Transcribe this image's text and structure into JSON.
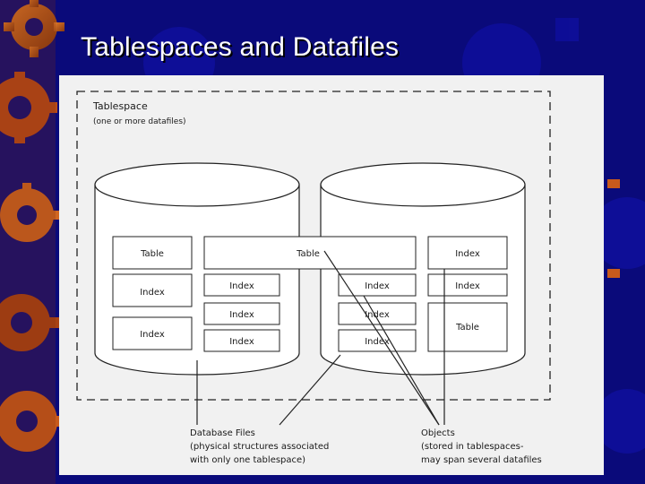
{
  "slide": {
    "title": "Tablespaces and Datafiles"
  },
  "colors": {
    "background": "#0a0a7a",
    "accent_gear": "#c8641e",
    "panel": "#f1f1f1"
  },
  "diagram": {
    "tablespace_title": "Tablespace",
    "tablespace_subtitle": "(one or more datafiles)",
    "cells": {
      "table_left": "Table",
      "table_spanning": "Table",
      "index_top_right": "Index",
      "index_left_upper": "Index",
      "index_left_lower": "Index",
      "index_cyl1_row1": "Index",
      "index_cyl1_row2": "Index",
      "index_cyl1_row3": "Index",
      "index_cyl2_row1": "Index",
      "index_cyl2_row2": "Index",
      "index_cyl2_row3": "Index",
      "index_right_row1": "Index",
      "table_right": "Table"
    },
    "callouts": {
      "database_files": {
        "title": "Database Files",
        "line1": "(physical structures associated",
        "line2": "with only one tablespace)"
      },
      "objects": {
        "title": "Objects",
        "line1": "(stored in tablespaces-",
        "line2": "may span several datafiles"
      }
    }
  }
}
